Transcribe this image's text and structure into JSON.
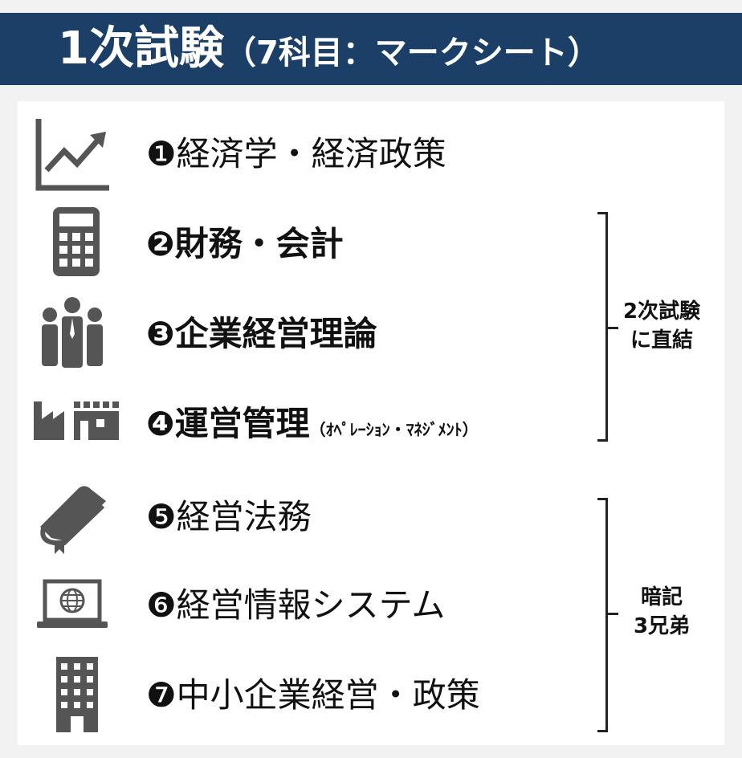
{
  "header": {
    "title_main": "1次試験",
    "title_sub": "（7科目：マークシート）",
    "background": "#1b3f66"
  },
  "subjects": [
    {
      "num": "❶",
      "name": "経済学・経済政策",
      "icon": "line-chart-icon",
      "bold": false
    },
    {
      "num": "❷",
      "name": "財務・会計",
      "icon": "calculator-icon",
      "bold": true
    },
    {
      "num": "❸",
      "name": "企業経営理論",
      "icon": "people-icon",
      "bold": true
    },
    {
      "num": "❹",
      "name": "運営管理",
      "note": "（ｵﾍﾟﾚｰｼｮﾝ・ﾏﾈｼﾞﾒﾝﾄ）",
      "icon": "factory-icon",
      "bold": true
    },
    {
      "num": "❺",
      "name": "経営法務",
      "icon": "book-icon",
      "bold": false
    },
    {
      "num": "❻",
      "name": "経営情報システム",
      "icon": "laptop-globe-icon",
      "bold": false
    },
    {
      "num": "❼",
      "name": "中小企業経営・政策",
      "icon": "building-icon",
      "bold": false
    }
  ],
  "groups": {
    "second_exam": {
      "line1": "2次試験",
      "line2": "に直結"
    },
    "memorize": {
      "line1": "暗記",
      "line2": "3兄弟"
    }
  }
}
